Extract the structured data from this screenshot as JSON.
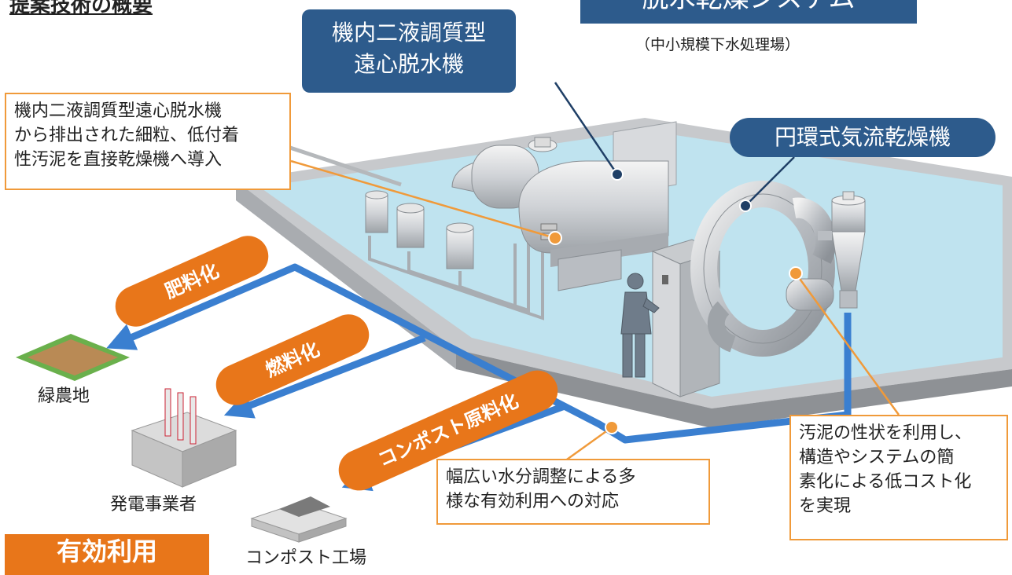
{
  "header": {
    "page_title": "提案技術の概要",
    "system_title": "脱水乾燥システム",
    "system_subtitle": "（中小規模下水処理場）"
  },
  "equipment": {
    "centrifuge_label": [
      "機内二液調質型",
      "遠心脱水機"
    ],
    "ring_dryer_label": "円環式気流乾燥機"
  },
  "notes": {
    "fine_sludge": [
      "機内二液調質型遠心脱水機",
      "から排出された細粒、低付着",
      "性汚泥を直接乾燥機へ導入"
    ],
    "moisture": [
      "幅広い水分調整による多",
      "様な有効利用への対応"
    ],
    "low_cost": [
      "汚泥の性状を利用し、",
      "構造やシステムの簡",
      "素化による低コスト化",
      "を実現"
    ]
  },
  "uses": {
    "fertilizer": "肥料化",
    "fuel": "燃料化",
    "compost_material": "コンポスト原料化"
  },
  "destinations": {
    "farmland": "緑農地",
    "power_company": "発電事業者",
    "compost_plant": "コンポスト工場"
  },
  "effective_use_label": "有効利用",
  "colors": {
    "navy": "#2d5b8c",
    "orange": "#e8761a",
    "callout_line": "#f09a3a",
    "flow_blue": "#3a7fd0",
    "water": "#bfe3ef"
  }
}
